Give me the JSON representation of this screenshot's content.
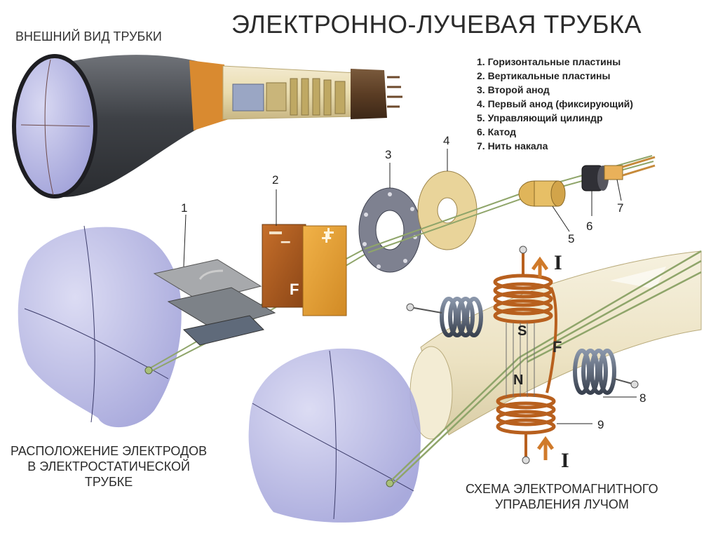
{
  "title": "ЭЛЕКТРОННО-ЛУЧЕВАЯ ТРУБКА",
  "exterior_caption": "ВНЕШНИЙ ВИД ТРУБКИ",
  "legend": [
    "1. Горизонтальные пластины",
    "2. Вертикальные пластины",
    "3. Второй анод",
    "4. Первый анод (фиксирующий)",
    "5. Управляющий цилиндр",
    "6. Катод",
    "7. Нить накала"
  ],
  "labels": {
    "n1": "1",
    "n2": "2",
    "n3": "3",
    "n4": "4",
    "n5": "5",
    "n6": "6",
    "n7": "7",
    "n8": "8",
    "n9": "9"
  },
  "plate_signs": {
    "minus": "–",
    "plus": "+"
  },
  "force_label": "F",
  "current_label": "I",
  "magnet_poles": {
    "south": "S",
    "north": "N"
  },
  "electrostatic_caption": [
    "РАСПОЛОЖЕНИЕ ЭЛЕКТРОДОВ",
    "В ЭЛЕКТРОСТАТИЧЕСКОЙ",
    "ТРУБКЕ"
  ],
  "electromagnetic_caption": [
    "СХЕМА ЭЛЕКТРОМАГНИТНОГО",
    "УПРАВЛЕНИЯ ЛУЧОМ"
  ]
}
